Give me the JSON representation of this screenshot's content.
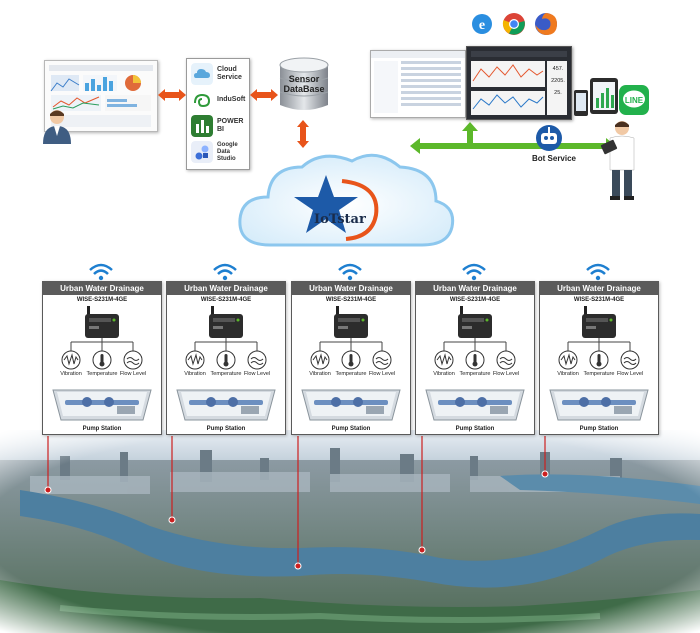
{
  "services": {
    "cloud": "Cloud\nService",
    "indusoft": "InduSoft",
    "powerbi": "POWER BI",
    "google": "Google\nData\nStudio"
  },
  "database": "Sensor\nDataBase",
  "cloud_brand": "IoTstar",
  "bot_service": "Bot Service",
  "line": "LINE",
  "station": {
    "title": "Urban Water Drainage",
    "device": "WISE-S231M-4GE",
    "sensors": [
      "Vibration",
      "Temperature",
      "Flow Level"
    ],
    "pump": "Pump Station"
  },
  "dashboard_values": [
    "457.",
    "2205.",
    "25."
  ],
  "colors": {
    "arrow_orange": "#e8541a",
    "arrow_green": "#5cb82a",
    "node_header": "#5b5b5b",
    "cloud_blue": "#8cc7ee",
    "drop_line": "#cc1f1f"
  }
}
